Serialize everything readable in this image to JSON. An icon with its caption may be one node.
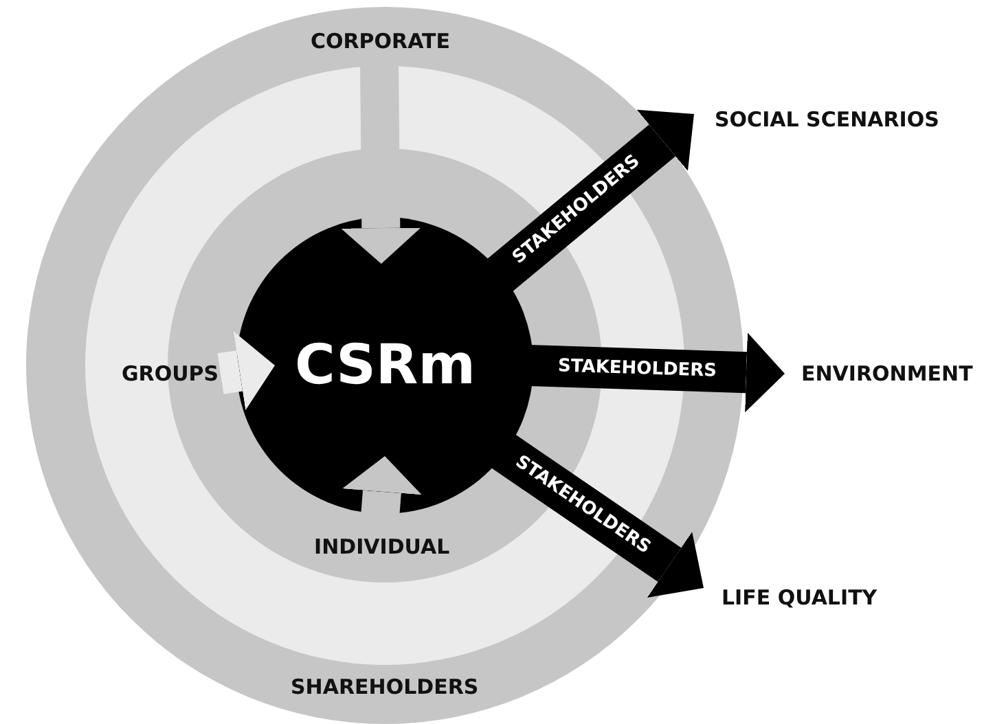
{
  "diagram": {
    "nodes": [
      {
        "text": [
          "CORPORATE"
        ]
      },
      {
        "text": [
          "GROUPS"
        ]
      },
      {
        "text": [
          "CSRm"
        ]
      },
      {
        "text": [
          "INDIVIDUAL"
        ]
      },
      {
        "text": [
          "SOCIAL SCENARIOS"
        ]
      },
      {
        "text": [
          "ENVIRONMENT"
        ]
      },
      {
        "text": [
          "LIFE QUALITY"
        ]
      }
    ],
    "edges": [
      {
        "from": 0,
        "to": 2,
        "arrow": "to",
        "color": "#c6c6c6"
      },
      {
        "from": 1,
        "to": 2,
        "arrow": "to",
        "color": "#ebebeb"
      },
      {
        "from": 3,
        "to": 2,
        "arrow": "to",
        "color": "#c6c6c6"
      },
      {
        "from": 2,
        "to": 4,
        "arrow": "to",
        "label": "STAKEHOLDERS"
      },
      {
        "from": 2,
        "to": 5,
        "arrow": "to",
        "label": "STAKEHOLDERS"
      },
      {
        "from": 2,
        "to": 6,
        "arrow": "to",
        "label": "STAKEHOLDERS"
      }
    ],
    "labels": [
      "SHAREHOLDERS"
    ]
  }
}
